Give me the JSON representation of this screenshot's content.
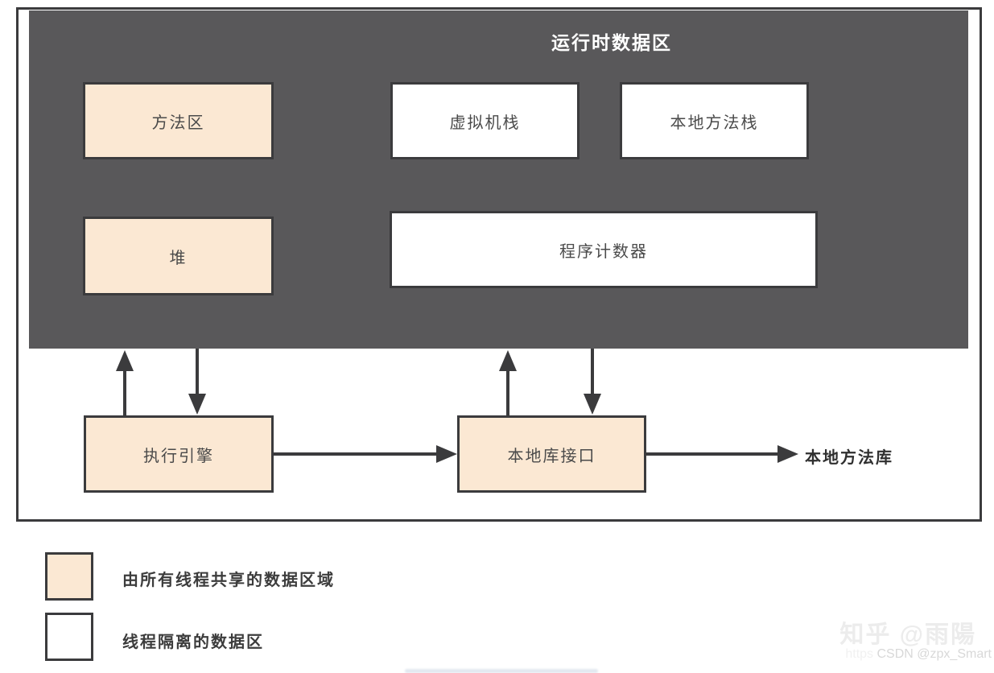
{
  "colors": {
    "border": "#3b3b3d",
    "runtime_bg": "#59585a",
    "shared_fill": "#fbe8d3",
    "isolated_fill": "#ffffff",
    "title_text": "#ffffff",
    "node_text": "#4a4a4a"
  },
  "runtime_area": {
    "title": "运行时数据区",
    "method_area": "方法区",
    "vm_stack": "虚拟机栈",
    "native_method_stack": "本地方法栈",
    "heap": "堆",
    "program_counter": "程序计数器"
  },
  "engine_row": {
    "execution_engine": "执行引擎",
    "native_library_interface": "本地库接口",
    "native_method_library": "本地方法库"
  },
  "legend": [
    {
      "label": "由所有线程共享的数据区域"
    },
    {
      "label": "线程隔离的数据区"
    }
  ],
  "watermark": {
    "zhihu": "知乎 @雨陽",
    "csdn_prefix": "https",
    "csdn": "CSDN @zpx_Smart"
  }
}
